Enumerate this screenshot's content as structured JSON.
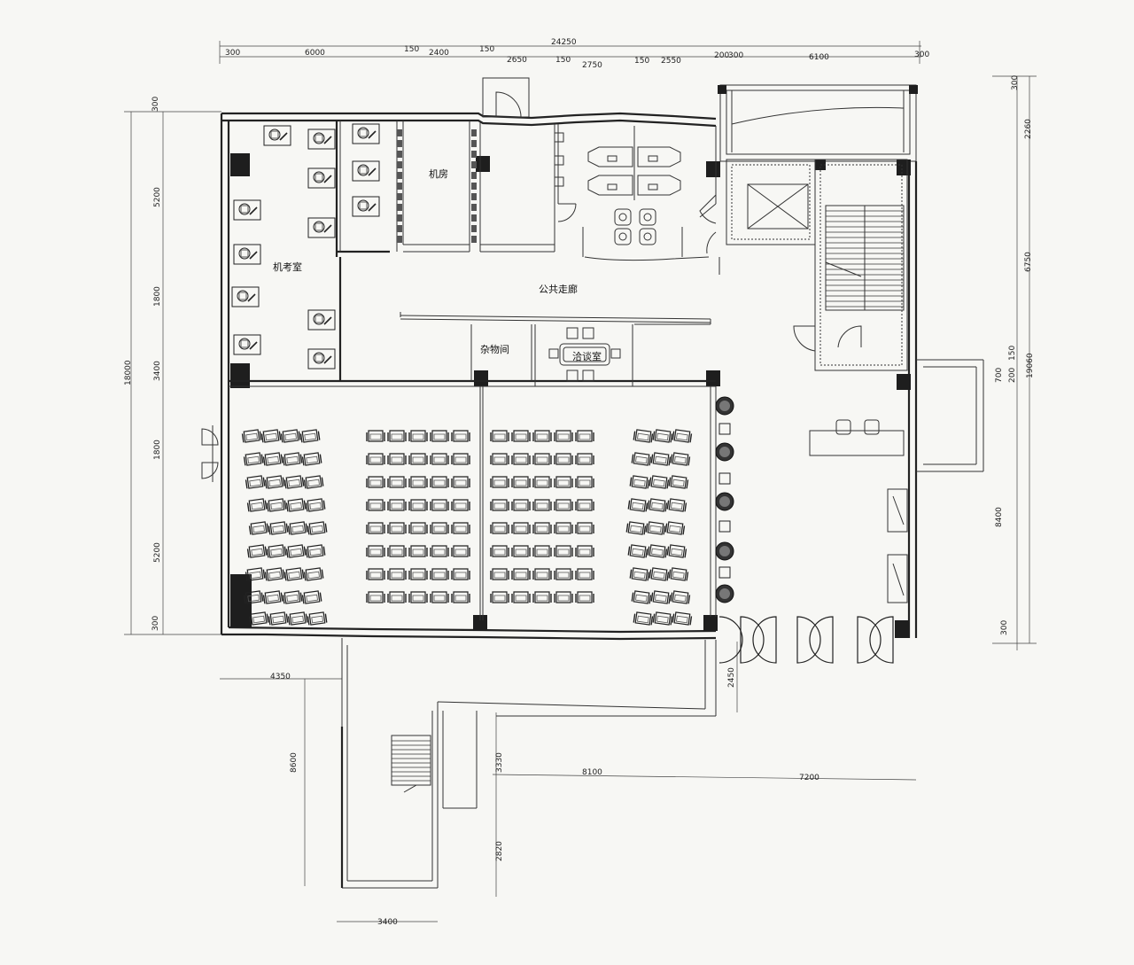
{
  "dimensions": {
    "top_total": "24250",
    "top": [
      "300",
      "6000",
      "150",
      "2400",
      "150",
      "2650",
      "150",
      "2750",
      "150",
      "2550",
      "200",
      "300",
      "6100",
      "300"
    ],
    "left_total": "18000",
    "left": [
      "300",
      "5200",
      "1800",
      "3400",
      "1800",
      "5200",
      "300"
    ],
    "right_total": "19060",
    "right": [
      "300",
      "2260",
      "6750",
      "150",
      "700",
      "200",
      "8400",
      "300"
    ],
    "bottom": [
      "4350",
      "8600",
      "3330",
      "8100",
      "7200",
      "2450",
      "2820",
      "3400"
    ]
  },
  "rooms": {
    "exam_room": "机考室",
    "machine_room": "机房",
    "corridor": "公共走廊",
    "storage": "杂物间",
    "meeting": "洽谈室"
  }
}
